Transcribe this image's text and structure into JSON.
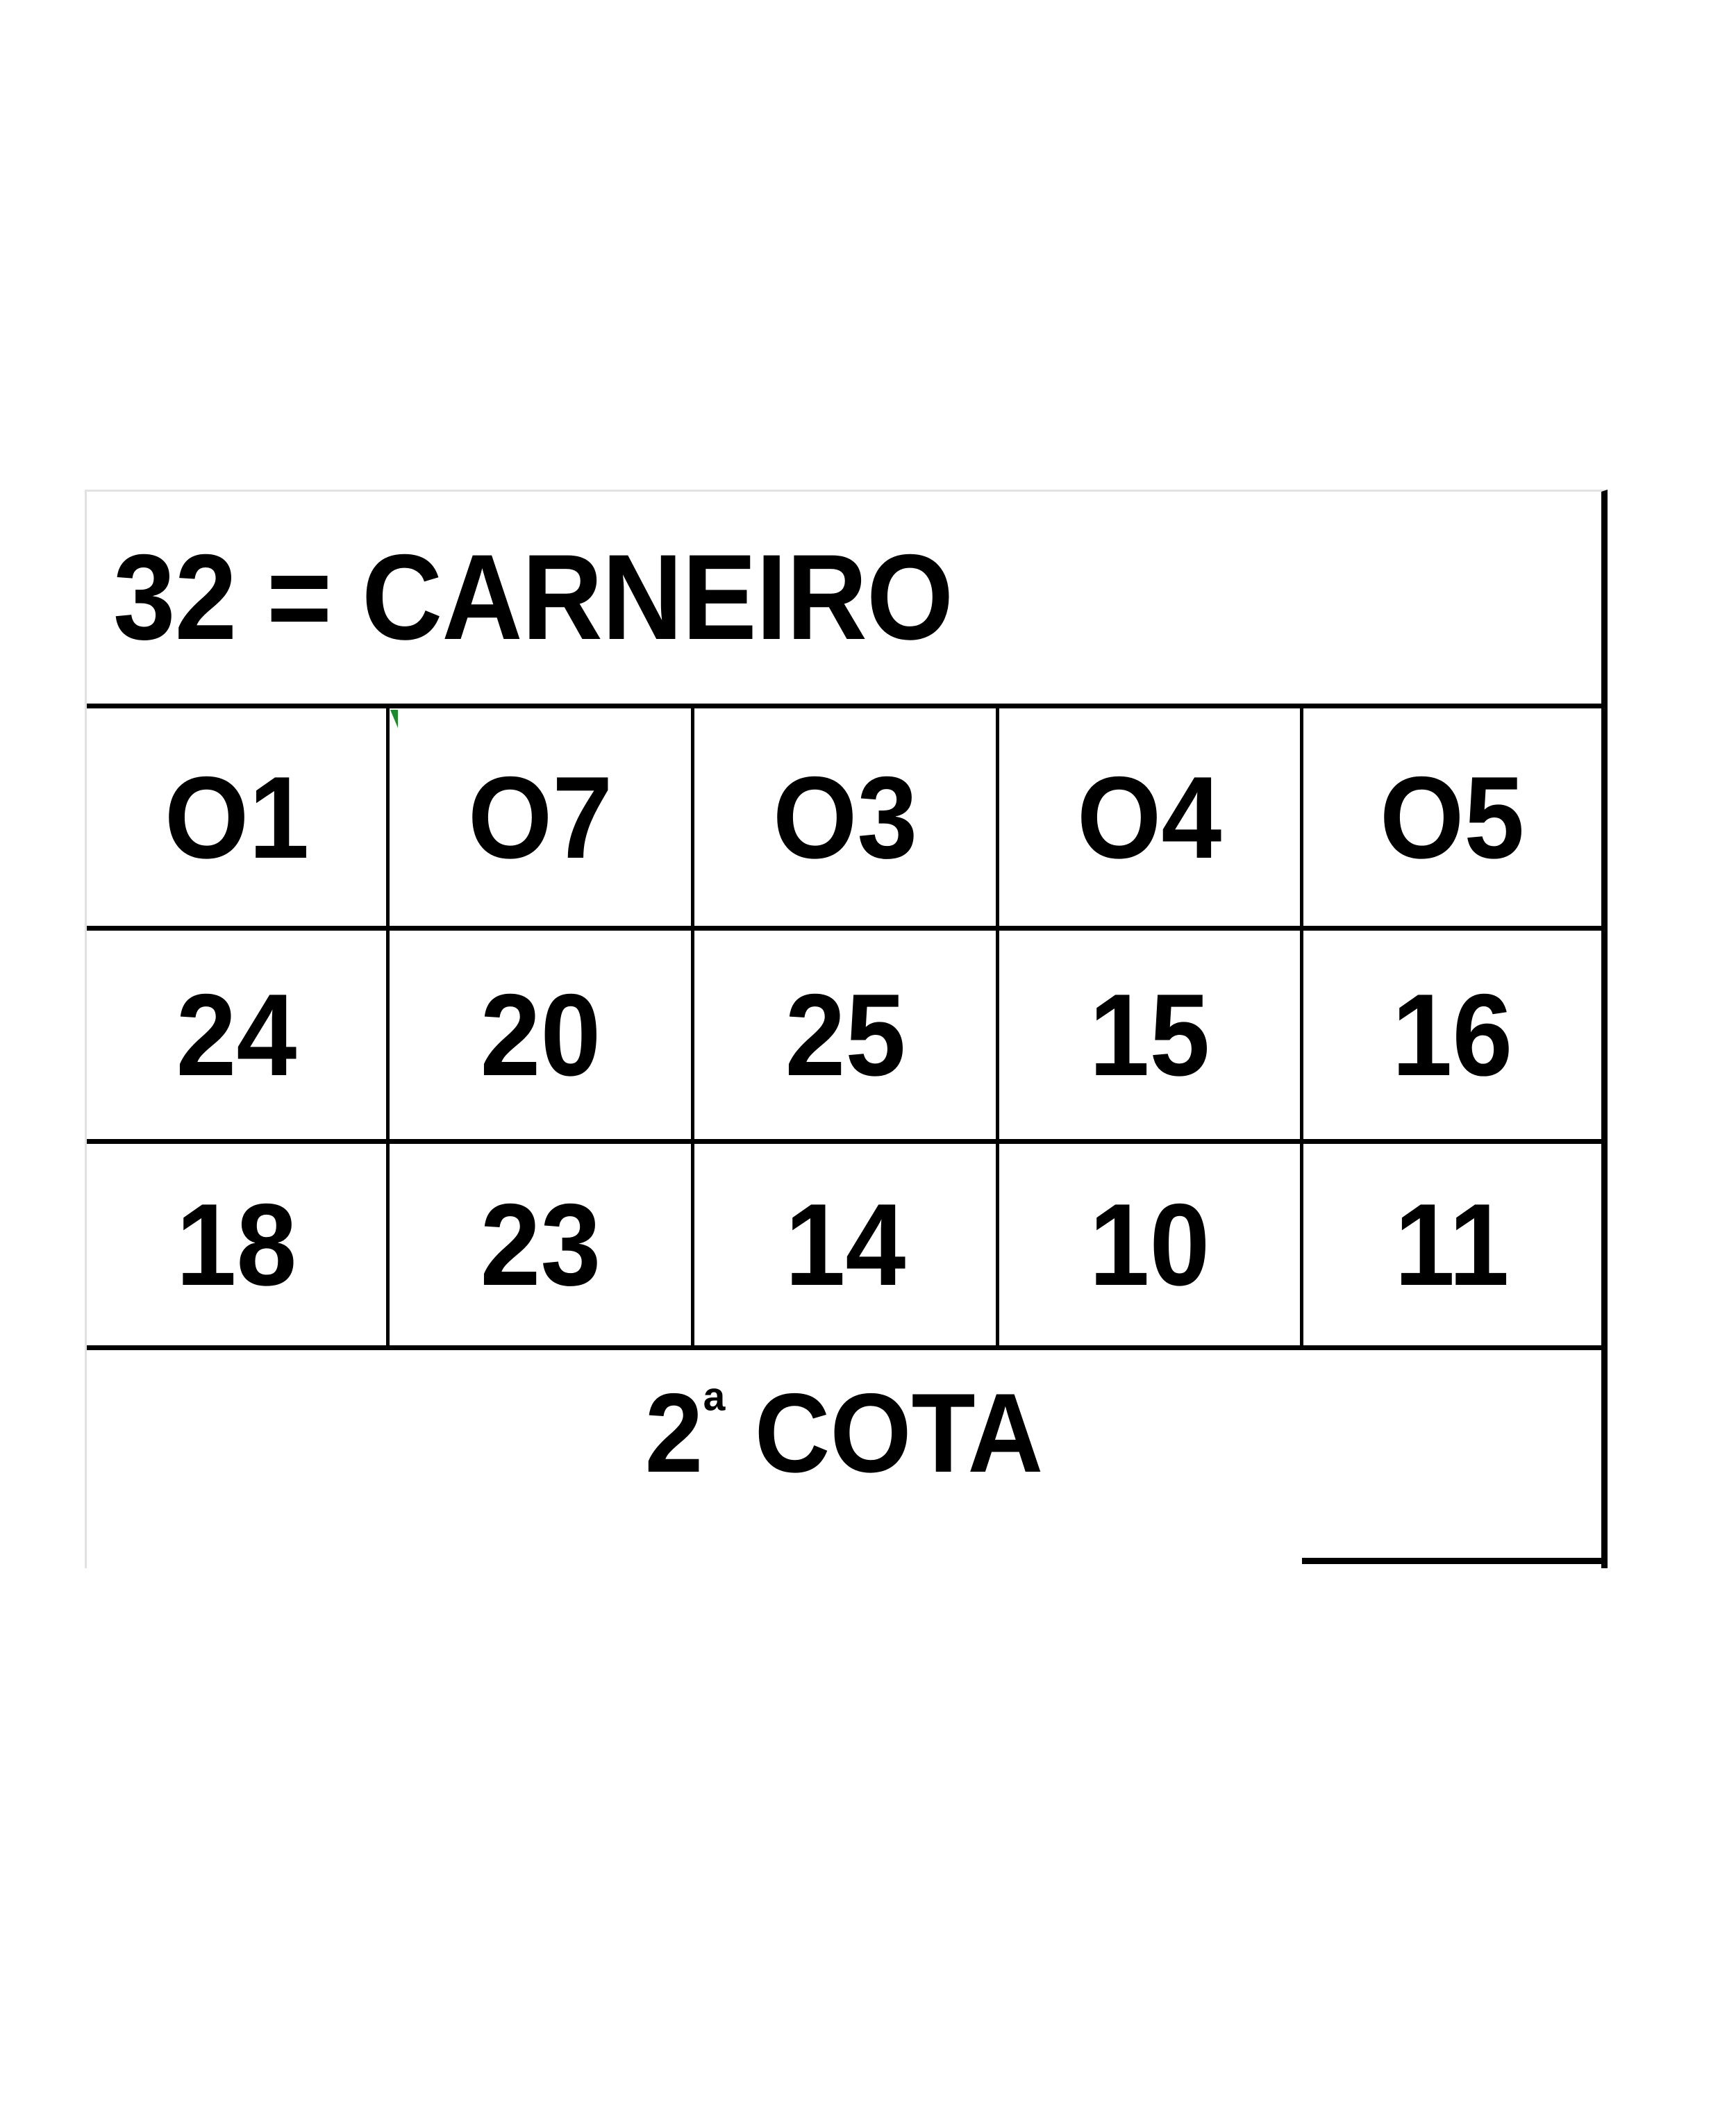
{
  "card": {
    "title": "32 = CARNEIRO",
    "footer_prefix": "2",
    "footer_ordinal": "ª",
    "footer_suffix": " COTA",
    "footer_full": "2ª COTA",
    "colors": {
      "text": "#000000",
      "background": "#ffffff",
      "grid_line": "#000000",
      "outer_light_border": "#e2e2e2",
      "mark": "#1e8a2e"
    },
    "grid": {
      "columns": 5,
      "rows": 3,
      "rows_data": [
        [
          "O1",
          "O7",
          "O3",
          "O4",
          "O5"
        ],
        [
          "24",
          "20",
          "25",
          "15",
          "16"
        ],
        [
          "18",
          "23",
          "14",
          "10",
          "11"
        ]
      ]
    }
  }
}
